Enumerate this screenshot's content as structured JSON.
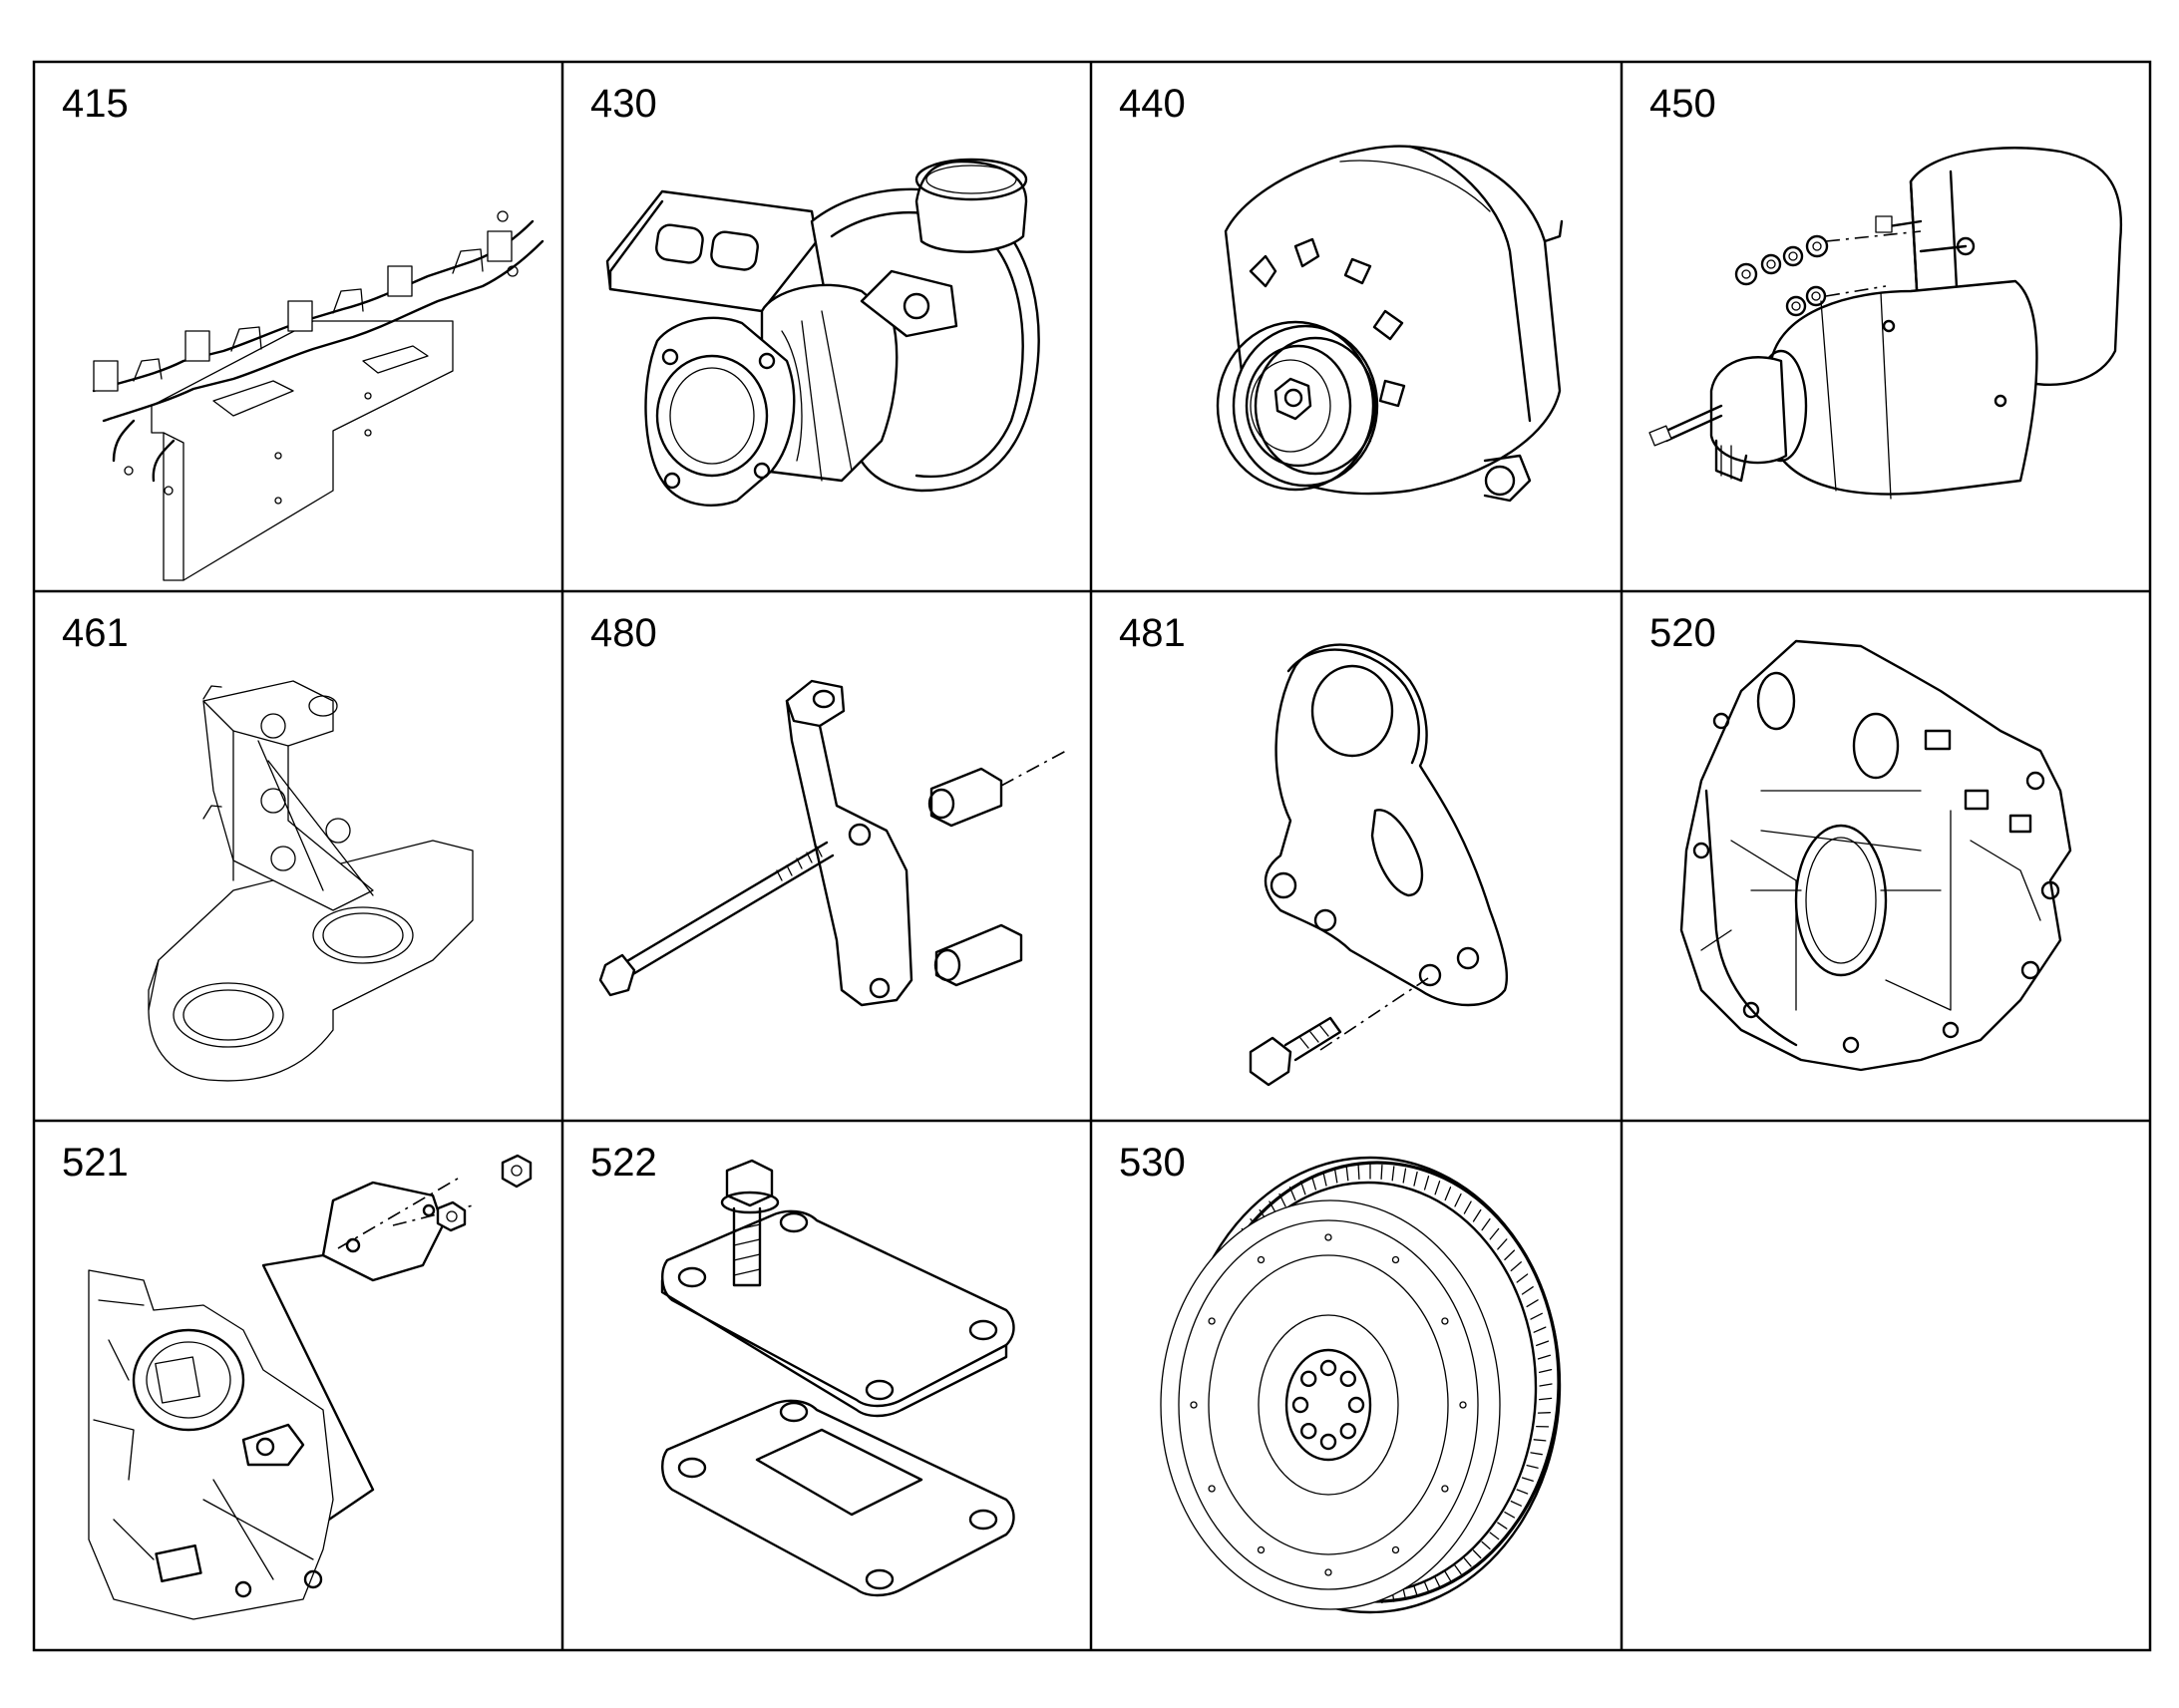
{
  "parts": [
    {
      "number": "415",
      "icon": "exhaust-manifold-icon"
    },
    {
      "number": "430",
      "icon": "turbocharger-icon"
    },
    {
      "number": "440",
      "icon": "alternator-icon"
    },
    {
      "number": "450",
      "icon": "starter-motor-icon"
    },
    {
      "number": "461",
      "icon": "engine-support-bracket-icon"
    },
    {
      "number": "480",
      "icon": "bracket-bolt-spacers-icon"
    },
    {
      "number": "481",
      "icon": "lifting-eye-bracket-icon"
    },
    {
      "number": "520",
      "icon": "flywheel-housing-icon"
    },
    {
      "number": "521",
      "icon": "cover-plate-icon"
    },
    {
      "number": "522",
      "icon": "flange-gasket-icon"
    },
    {
      "number": "530",
      "icon": "flywheel-icon"
    },
    {
      "number": "",
      "icon": ""
    }
  ],
  "colors": {
    "line": "#000000",
    "background": "#ffffff"
  }
}
